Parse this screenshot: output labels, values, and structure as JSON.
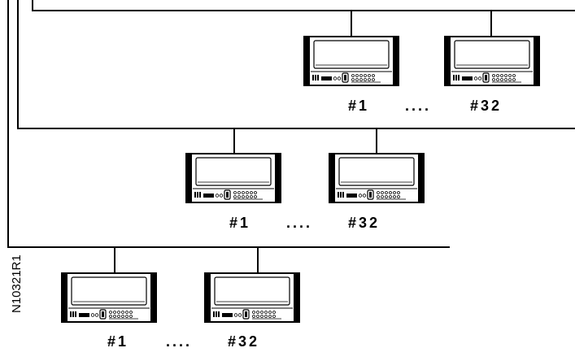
{
  "figure_code": "N10321R1",
  "groups": [
    {
      "first_label": "#1",
      "dots": "....",
      "last_label": "#32"
    },
    {
      "first_label": "#1",
      "dots": "....",
      "last_label": "#32"
    },
    {
      "first_label": "#1",
      "dots": "....",
      "last_label": "#32"
    }
  ],
  "device_icon": "monitor-unit-icon"
}
